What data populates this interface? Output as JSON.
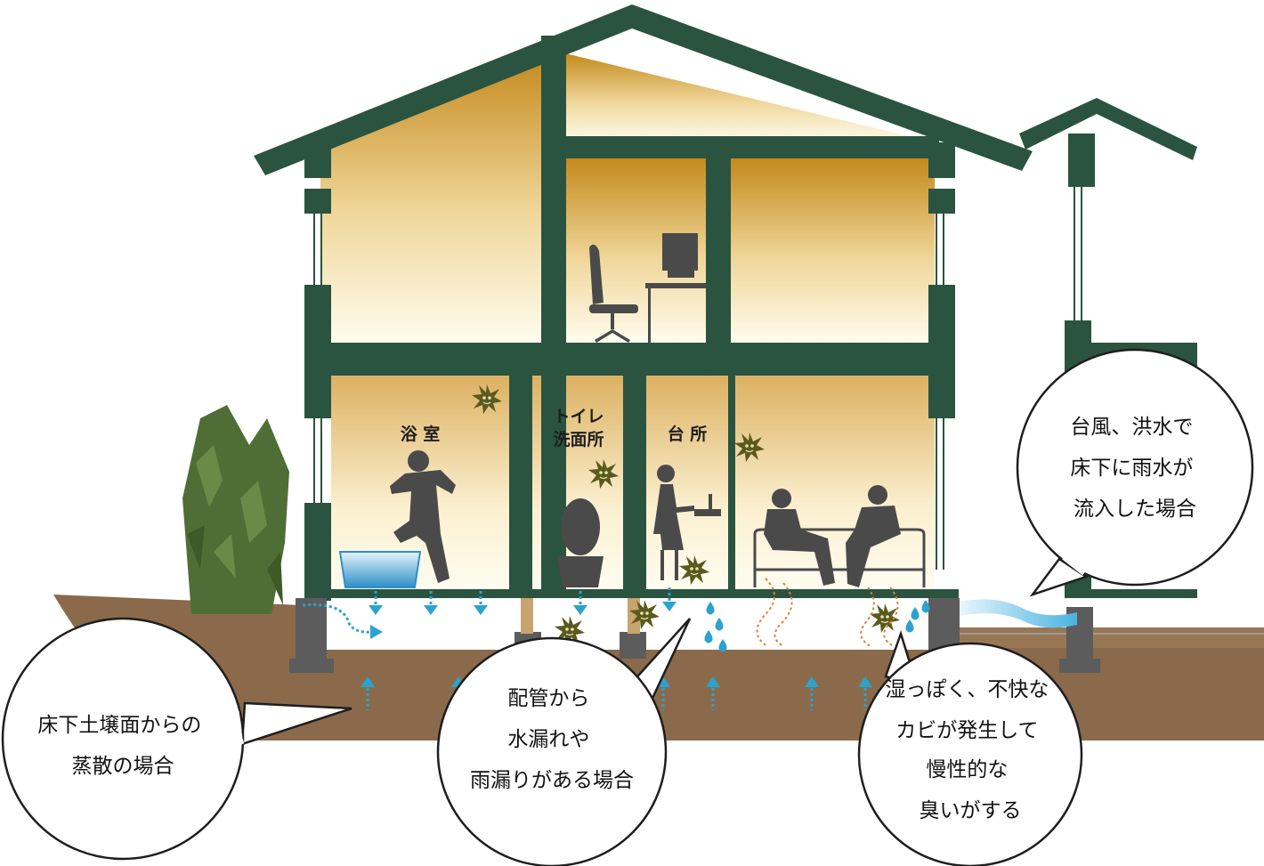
{
  "rooms": {
    "bath": "浴 室",
    "toilet_line1": "トイレ",
    "toilet_line2": "洗面所",
    "kitchen": "台 所"
  },
  "bubbles": {
    "soil": [
      "床下土壌面からの",
      "蒸散の場合"
    ],
    "piping": [
      "配管から",
      "水漏れや",
      "雨漏りがある場合"
    ],
    "mold": [
      "湿っぽく、不快な",
      "カビが発生して",
      "慢性的な",
      "臭いがする"
    ],
    "typhoon": [
      "台風、洪水で",
      "床下に雨水が",
      "流入した場合"
    ]
  },
  "colors": {
    "frame": "#2a5440",
    "soil": "#8a6a4a",
    "interior_top": "#c4891c",
    "interior_bottom": "#fffcee",
    "arrow": "#2aa3cf",
    "mold": "#5a5a1e",
    "silhouette": "#4a4a4a",
    "shrub": "#4f6e35"
  },
  "icons": [
    "mold-spore-icon",
    "moisture-arrow-icon",
    "water-drop-icon",
    "odor-wave-icon",
    "shrub-icon"
  ]
}
